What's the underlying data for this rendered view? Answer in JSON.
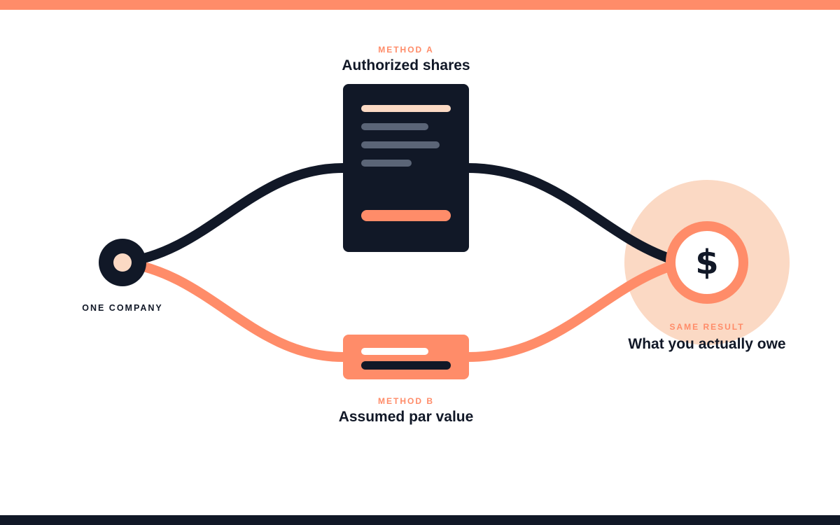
{
  "colors": {
    "accent": "#ff8c69",
    "dark": "#111827",
    "peach": "#fbd9c4",
    "muted_line": "#5b6577"
  },
  "source": {
    "label": "ONE COMPANY"
  },
  "method_a": {
    "eyebrow": "METHOD A",
    "title": "Authorized shares"
  },
  "method_b": {
    "eyebrow": "METHOD B",
    "title": "Assumed par value"
  },
  "result": {
    "eyebrow": "SAME RESULT",
    "title": "What you actually owe",
    "icon": "dollar-icon",
    "symbol": "$"
  }
}
